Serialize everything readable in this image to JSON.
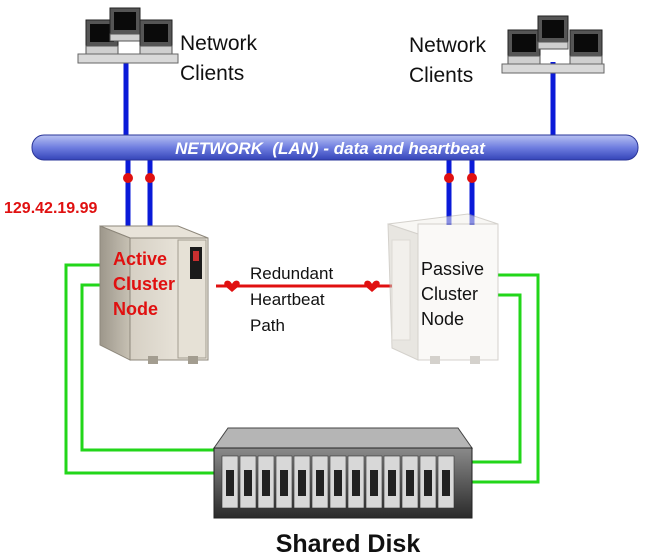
{
  "clients_left": {
    "line1": "Network",
    "line2": "Clients"
  },
  "clients_right": {
    "line1": "Network",
    "line2": "Clients"
  },
  "network_bar_label": "NETWORK  (LAN) - data and heartbeat",
  "ip_address": "129.42.19.99",
  "active_node": {
    "line1": "Active",
    "line2": "Cluster",
    "line3": "Node"
  },
  "heartbeat": {
    "line1": "Redundant",
    "line2": "Heartbeat",
    "line3": "Path"
  },
  "passive_node": {
    "line1": "Passive",
    "line2": "Cluster",
    "line3": "Node"
  },
  "shared_disk_label": "Shared Disk",
  "colors": {
    "lan_link": "#0a1ad8",
    "storage_link": "#22d61a",
    "heartbeat_link": "#e01010",
    "accent_text": "#e01010",
    "network_bar": "#4a5ad0"
  }
}
